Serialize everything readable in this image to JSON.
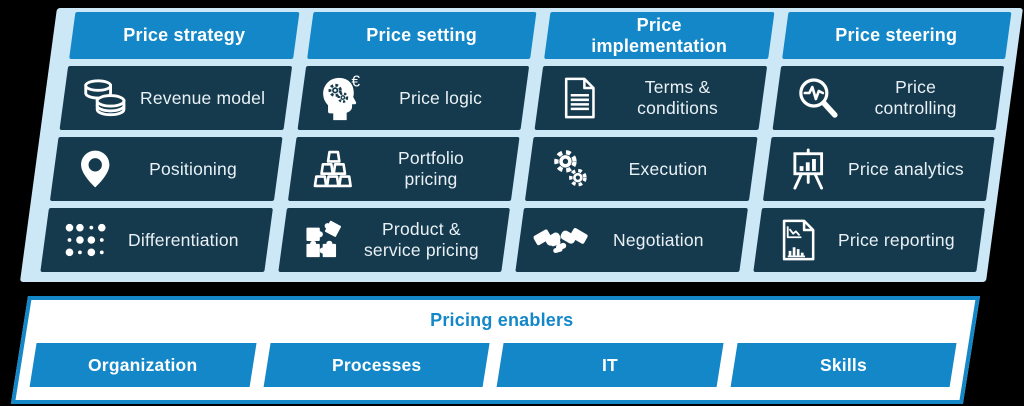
{
  "matrix": {
    "columns": [
      {
        "header": "Price strategy",
        "items": [
          {
            "icon": "coins",
            "label": "Revenue model"
          },
          {
            "icon": "location-pin",
            "label": "Positioning"
          },
          {
            "icon": "braille-dots",
            "label": "Differentiation"
          }
        ]
      },
      {
        "header": "Price setting",
        "items": [
          {
            "icon": "head-gears-euro",
            "label": "Price logic"
          },
          {
            "icon": "ingots-pyramid",
            "label": "Portfolio\npricing"
          },
          {
            "icon": "puzzle-pieces",
            "label": "Product &\nservice pricing"
          }
        ]
      },
      {
        "header": "Price\nimplementation",
        "items": [
          {
            "icon": "document-lines",
            "label": "Terms &\nconditions"
          },
          {
            "icon": "gears",
            "label": "Execution"
          },
          {
            "icon": "handshake",
            "label": "Negotiation"
          }
        ]
      },
      {
        "header": "Price steering",
        "items": [
          {
            "icon": "magnifier-pulse",
            "label": "Price\ncontrolling"
          },
          {
            "icon": "chart-easel",
            "label": "Price analytics"
          },
          {
            "icon": "report-document",
            "label": "Price reporting"
          }
        ]
      }
    ]
  },
  "enablers": {
    "title": "Pricing enablers",
    "bars": [
      {
        "label": "Organization"
      },
      {
        "label": "Processes"
      },
      {
        "label": "IT"
      },
      {
        "label": "Skills"
      }
    ]
  },
  "colors": {
    "accent": "#1387C8",
    "dark-cell": "#163A4D",
    "panel": "#CCE8F7",
    "page-bg": "#000000",
    "cell-text": "#E9F1F6",
    "header-text": "#FFFFFF"
  }
}
